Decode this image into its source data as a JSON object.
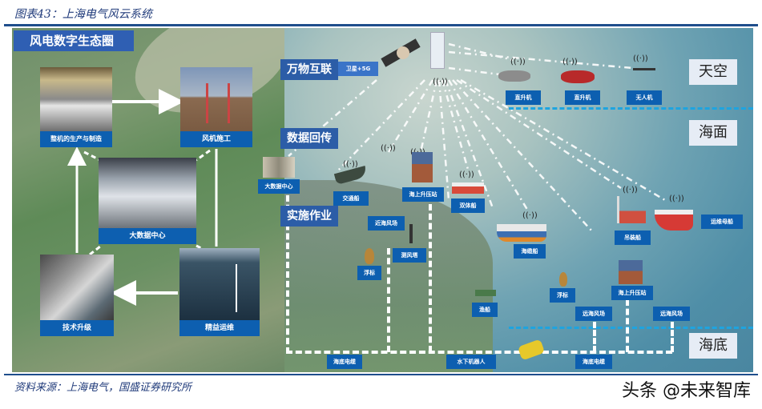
{
  "figure": {
    "title": "图表43：上海电气风云系统",
    "source": "资料来源：上海电气，国盛证券研究所",
    "watermark": "头条 @未来智库"
  },
  "left_panel": {
    "title": "风电数字生态圈",
    "cards": [
      {
        "id": "manufacturing",
        "label": "整机的生产与制造"
      },
      {
        "id": "construction",
        "label": "风机施工"
      },
      {
        "id": "data-center",
        "label": "大数据中心"
      },
      {
        "id": "tech-upgrade",
        "label": "技术升级"
      },
      {
        "id": "precise-om",
        "label": "精益运维"
      }
    ]
  },
  "right_panel": {
    "sections": {
      "iot": "万物互联",
      "iot_tag": "卫星+5G",
      "data_return": "数据回传",
      "operations": "实施作业",
      "data_center": "大数据中心"
    },
    "zones": {
      "sky": "天空",
      "sea_surface": "海面",
      "seabed": "海底"
    },
    "sky_items": [
      "直升机",
      "直升机",
      "无人机"
    ],
    "sea_items": {
      "traffic_boat": "交通船",
      "offshore_substation_1": "海上升压站",
      "catamaran": "双体船",
      "nearshore_farm": "近海风场",
      "met_mast": "测风塔",
      "buoy_1": "浮标",
      "cable_ship": "海缆船",
      "crane_ship": "吊装船",
      "mother_ship": "运维母船",
      "buoy_2": "浮标",
      "offshore_substation_2": "海上升压站",
      "fishing_boat": "渔船",
      "farshore_farm_1": "远海风场",
      "farshore_farm_2": "远海风场"
    },
    "seabed_items": {
      "cable_1": "海底电缆",
      "robot": "水下机器人",
      "cable_2": "海底电缆"
    }
  },
  "colors": {
    "brand_blue": "#0d5fb0",
    "title_blue": "#1f3a7a",
    "zone_line": "#1ea4e0"
  }
}
